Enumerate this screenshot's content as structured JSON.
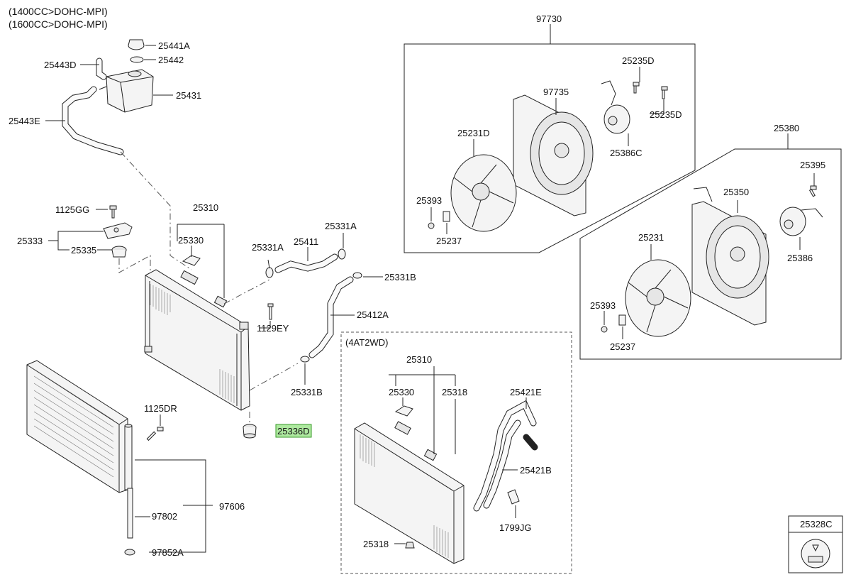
{
  "header": {
    "line1": "(1400CC>DOHC-MPI)",
    "line2": "(1600CC>DOHC-MPI)"
  },
  "labels": {
    "p25441A": "25441A",
    "p25442": "25442",
    "p25443D": "25443D",
    "p25431": "25431",
    "p25443E": "25443E",
    "p1125GG": "1125GG",
    "p25333": "25333",
    "p25335": "25335",
    "p25310": "25310",
    "p25330": "25330",
    "p25331A_1": "25331A",
    "p25411": "25411",
    "p25331A_2": "25331A",
    "p25331B_1": "25331B",
    "p25412A": "25412A",
    "p1129EY": "1129EY",
    "p25331B_2": "25331B",
    "p25336D": "25336D",
    "p1125DR": "1125DR",
    "p97802": "97802",
    "p97606": "97606",
    "p97852A": "97852A",
    "p97730": "97730",
    "p25235D_1": "25235D",
    "p97735": "97735",
    "p25235D_2": "25235D",
    "p25231D": "25231D",
    "p25386C": "25386C",
    "p25393_1": "25393",
    "p25237_1": "25237",
    "p25380": "25380",
    "p25395": "25395",
    "p25350": "25350",
    "p25231": "25231",
    "p25386": "25386",
    "p25393_2": "25393",
    "p25237_2": "25237",
    "sub_title": "(4AT2WD)",
    "p25310_b": "25310",
    "p25330_b": "25330",
    "p25318_b": "25318",
    "p25421E": "25421E",
    "p25421B": "25421B",
    "p1799JG": "1799JG",
    "p25318_c": "25318",
    "p25328C": "25328C"
  },
  "highlight": {
    "part": "25336D",
    "color": "#aee9a0"
  }
}
